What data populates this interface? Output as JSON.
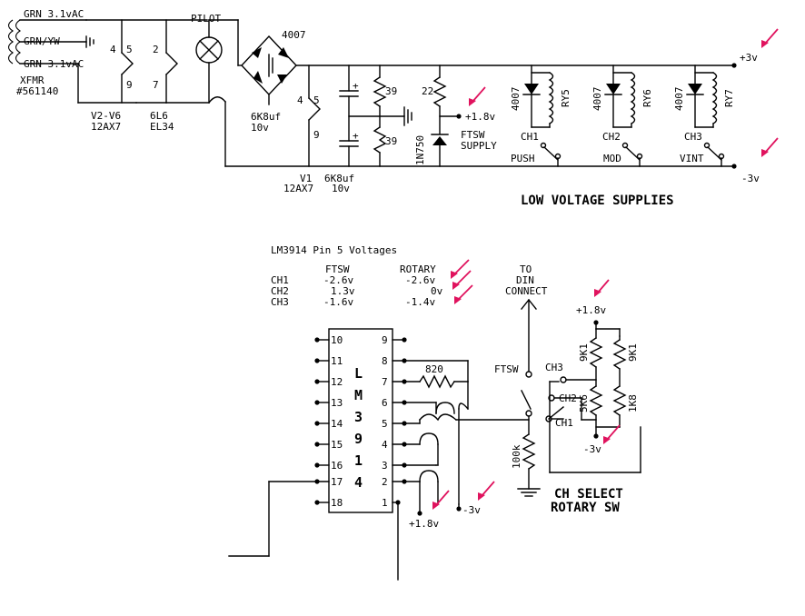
{
  "top": {
    "xfmr": {
      "w1": "GRN 3.1vAC",
      "w2": "GRN/YW",
      "w3": "GRN 3.1vAC",
      "name": "XFMR",
      "part": "#561140"
    },
    "v2v6": {
      "pin_a": "4",
      "pin_b": "5",
      "pin_c": "9",
      "name": "V2-V6",
      "type": "12AX7"
    },
    "v6l6": {
      "pin_a": "2",
      "pin_b": "7",
      "name": "6L6",
      "type": "EL34"
    },
    "pilot": "PILOT",
    "bridge": "4007",
    "cap1": {
      "value": "6K8uf",
      "voltage": "10v"
    },
    "v1": {
      "pin_a": "4",
      "pin_b": "5",
      "pin_c": "9",
      "name": "V1",
      "type": "12AX7"
    },
    "cap2": {
      "value": "6K8uf",
      "voltage": "10v"
    },
    "polarity": "+",
    "r39a": "39",
    "r39b": "39",
    "r22": "22",
    "zener": "1N750",
    "ftsw_supply_a": "FTSW",
    "ftsw_supply_b": "SUPPLY",
    "plus18": "+1.8v",
    "plus3": "+3v",
    "minus3": "-3v",
    "relays": [
      {
        "diode": "4007",
        "relay": "RY5",
        "ch": "CH1",
        "label": "PUSH"
      },
      {
        "diode": "4007",
        "relay": "RY6",
        "ch": "CH2",
        "label": "MOD"
      },
      {
        "diode": "4007",
        "relay": "RY7",
        "ch": "CH3",
        "label": "VINT"
      }
    ],
    "title": "LOW VOLTAGE SUPPLIES"
  },
  "table": {
    "title": "LM3914 Pin 5 Voltages",
    "h_ftsw": "FTSW",
    "h_rotary": "ROTARY",
    "rows": [
      {
        "ch": "CH1",
        "ftsw": "-2.6v",
        "rotary": "-2.6v"
      },
      {
        "ch": "CH2",
        "ftsw": "1.3v",
        "rotary": "0v"
      },
      {
        "ch": "CH3",
        "ftsw": "-1.6v",
        "rotary": "-1.4v"
      }
    ]
  },
  "chip": {
    "name": [
      "L",
      "M",
      "3",
      "9",
      "1",
      "4"
    ],
    "left_pins": [
      "10",
      "11",
      "12",
      "13",
      "14",
      "15",
      "16",
      "17",
      "18"
    ],
    "right_pins": [
      "9",
      "8",
      "7",
      "6",
      "5",
      "4",
      "3",
      "2",
      "1"
    ],
    "r820": "820",
    "plus18": "+1.8v",
    "minus3": "-3v"
  },
  "din": {
    "l1": "TO",
    "l2": "DIN",
    "l3": "CONNECT"
  },
  "sw": {
    "ftsw": "FTSW",
    "ch3": "CH3",
    "ch2": "CH2",
    "ch1": "CH1",
    "r100k": "100k",
    "plus18": "+1.8v",
    "minus3": "-3v",
    "r9k1a": "9K1",
    "r9k1b": "9K1",
    "r5k6": "5K6",
    "r1k8": "1K8",
    "title1": "CH SELECT",
    "title2": "ROTARY SW"
  },
  "colors": {
    "wire": "#000000",
    "annotation_arrow": "#e0135e"
  }
}
